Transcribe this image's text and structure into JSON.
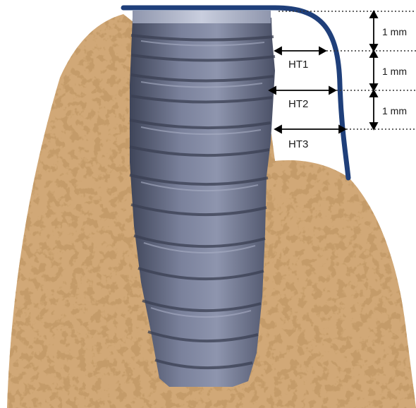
{
  "labels": {
    "ht1": "HT1",
    "ht2": "HT2",
    "ht3": "HT3"
  },
  "scale": {
    "seg1": "1 mm",
    "seg2": "1 mm",
    "seg3": "1 mm"
  },
  "colors": {
    "bone": "#d1a877",
    "bone_dark": "#a9743f",
    "implant": "#6f7690",
    "implant_dark": "#454b60",
    "implant_light": "#9aa1ba",
    "soft_tissue_line": "#1f3f7a",
    "dim_line": "#000000"
  }
}
